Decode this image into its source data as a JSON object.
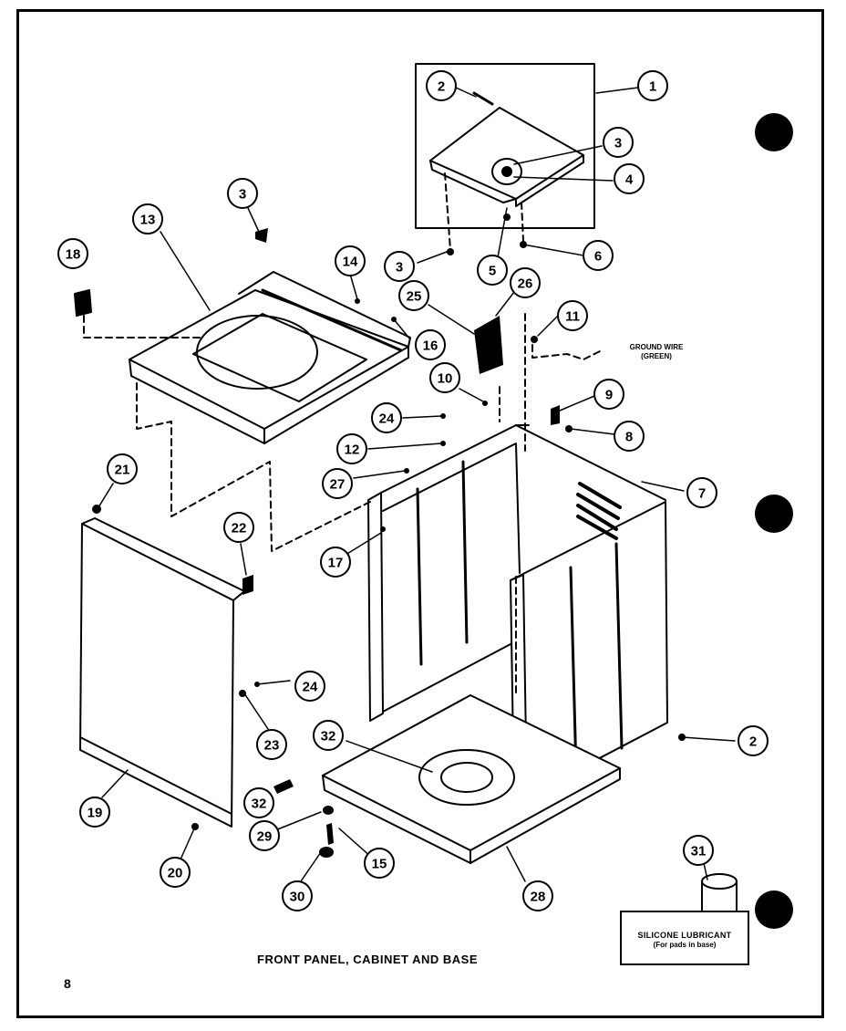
{
  "caption": "FRONT PANEL, CABINET AND BASE",
  "page_number": "8",
  "notes": {
    "ground_wire": [
      "GROUND WIRE",
      "(GREEN)"
    ],
    "silicone_lubricant": "SILICONE LUBRICANT",
    "silicone_usage": "(For pads in base)"
  },
  "callouts": [
    {
      "label": "1"
    },
    {
      "label": "2"
    },
    {
      "label": "3"
    },
    {
      "label": "4"
    },
    {
      "label": "3"
    },
    {
      "label": "5"
    },
    {
      "label": "6"
    },
    {
      "label": "3"
    },
    {
      "label": "13"
    },
    {
      "label": "18"
    },
    {
      "label": "14"
    },
    {
      "label": "16"
    },
    {
      "label": "25"
    },
    {
      "label": "26"
    },
    {
      "label": "11"
    },
    {
      "label": "10"
    },
    {
      "label": "9"
    },
    {
      "label": "8"
    },
    {
      "label": "24"
    },
    {
      "label": "12"
    },
    {
      "label": "27"
    },
    {
      "label": "7"
    },
    {
      "label": "21"
    },
    {
      "label": "22"
    },
    {
      "label": "17"
    },
    {
      "label": "24"
    },
    {
      "label": "23"
    },
    {
      "label": "32"
    },
    {
      "label": "2"
    },
    {
      "label": "19"
    },
    {
      "label": "32"
    },
    {
      "label": "29"
    },
    {
      "label": "15"
    },
    {
      "label": "20"
    },
    {
      "label": "30"
    },
    {
      "label": "28"
    },
    {
      "label": "31"
    }
  ]
}
